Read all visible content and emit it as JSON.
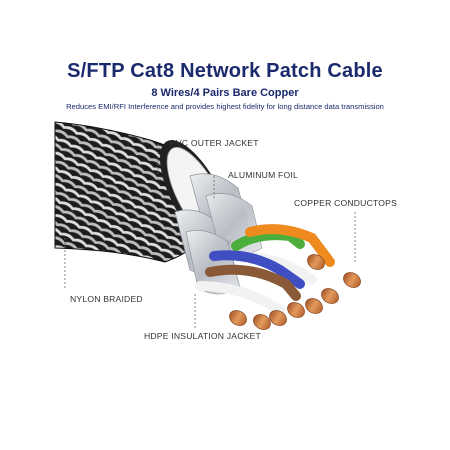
{
  "header": {
    "title": "S/FTP Cat8 Network Patch Cable",
    "subtitle": "8 Wires/4 Pairs Bare Copper",
    "description": "Reduces EMI/RFI Interference and provides highest fidelity for long distance data transmission"
  },
  "labels": {
    "pvc_outer_jacket": "PVC OUTER JACKET",
    "aluminum_foil": "ALUMINUM FOIL",
    "copper_conductors": "COPPER CONDUCTOPS",
    "nylon_braided": "NYLON BRAIDED",
    "hdpe_insulation_jacket": "HDPE INSULATION JACKET"
  },
  "colors": {
    "title_navy": "#1a2a6c",
    "braid_dark": "#1c1c1c",
    "braid_light": "#d9d9d9",
    "foil": "#c7ccd2",
    "copper": "#c9773e",
    "wire_green": "#4caf3c",
    "wire_orange": "#ef8a1e",
    "wire_blue": "#3f4fc2",
    "wire_brown": "#8a5a38",
    "wire_white": "#f2f2f2"
  }
}
